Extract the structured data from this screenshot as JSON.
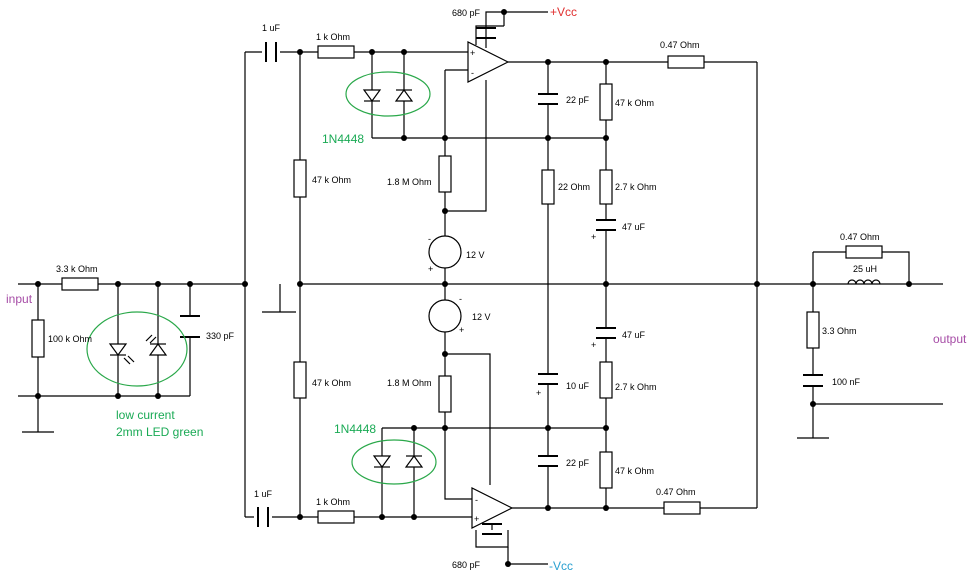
{
  "labels": {
    "vcc_pos": "+Vcc",
    "vcc_neg": "-Vcc",
    "input": "input",
    "output": "output",
    "led_note_1": "low current",
    "led_note_2": "2mm LED green",
    "diode_top": "1N4448",
    "diode_bot": "1N4448",
    "r_in_series": "3.3 k Ohm",
    "r_in_shunt": "100 k Ohm",
    "c_in_shunt": "330 pF",
    "c_couple_top": "1 uF",
    "c_couple_bot": "1 uF",
    "r_1k_top": "1 k Ohm",
    "r_1k_bot": "1 k Ohm",
    "r_47k_top_bias": "47 k Ohm",
    "r_47k_bot_bias": "47 k Ohm",
    "r_18m_top": "1.8 M Ohm",
    "r_18m_bot": "1.8 M Ohm",
    "v_12_top": "12 V",
    "v_12_bot": "12 V",
    "c_680p_top": "680 pF",
    "c_680p_bot": "680 pF",
    "c_22p_top": "22 pF",
    "c_22p_bot": "22 pF",
    "r_22": "22  Ohm",
    "c_10u": "10 uF",
    "r_47k_fb_top": "47 k Ohm",
    "r_47k_fb_bot": "47 k Ohm",
    "r_27k_top": "2.7 k Ohm",
    "r_27k_bot": "2.7 k Ohm",
    "c_47u_top": "47 uF",
    "c_47u_bot": "47 uF",
    "r_047_top": "0.47  Ohm",
    "r_047_bot": "0.47  Ohm",
    "r_047_out": "0.47  Ohm",
    "l_out": "25 uH",
    "r_zobel": "3.3  Ohm",
    "c_zobel": "100 nF",
    "opamp_plus": "+",
    "opamp_minus": "-",
    "cap_plus": "+",
    "src_plus": "+",
    "src_minus": "-"
  },
  "colors": {
    "wire": "#000000",
    "annotation_green": "#1aaa55",
    "supply_pos": "#e03030",
    "supply_neg": "#2aa0d0",
    "io_label": "#a64ca6"
  }
}
